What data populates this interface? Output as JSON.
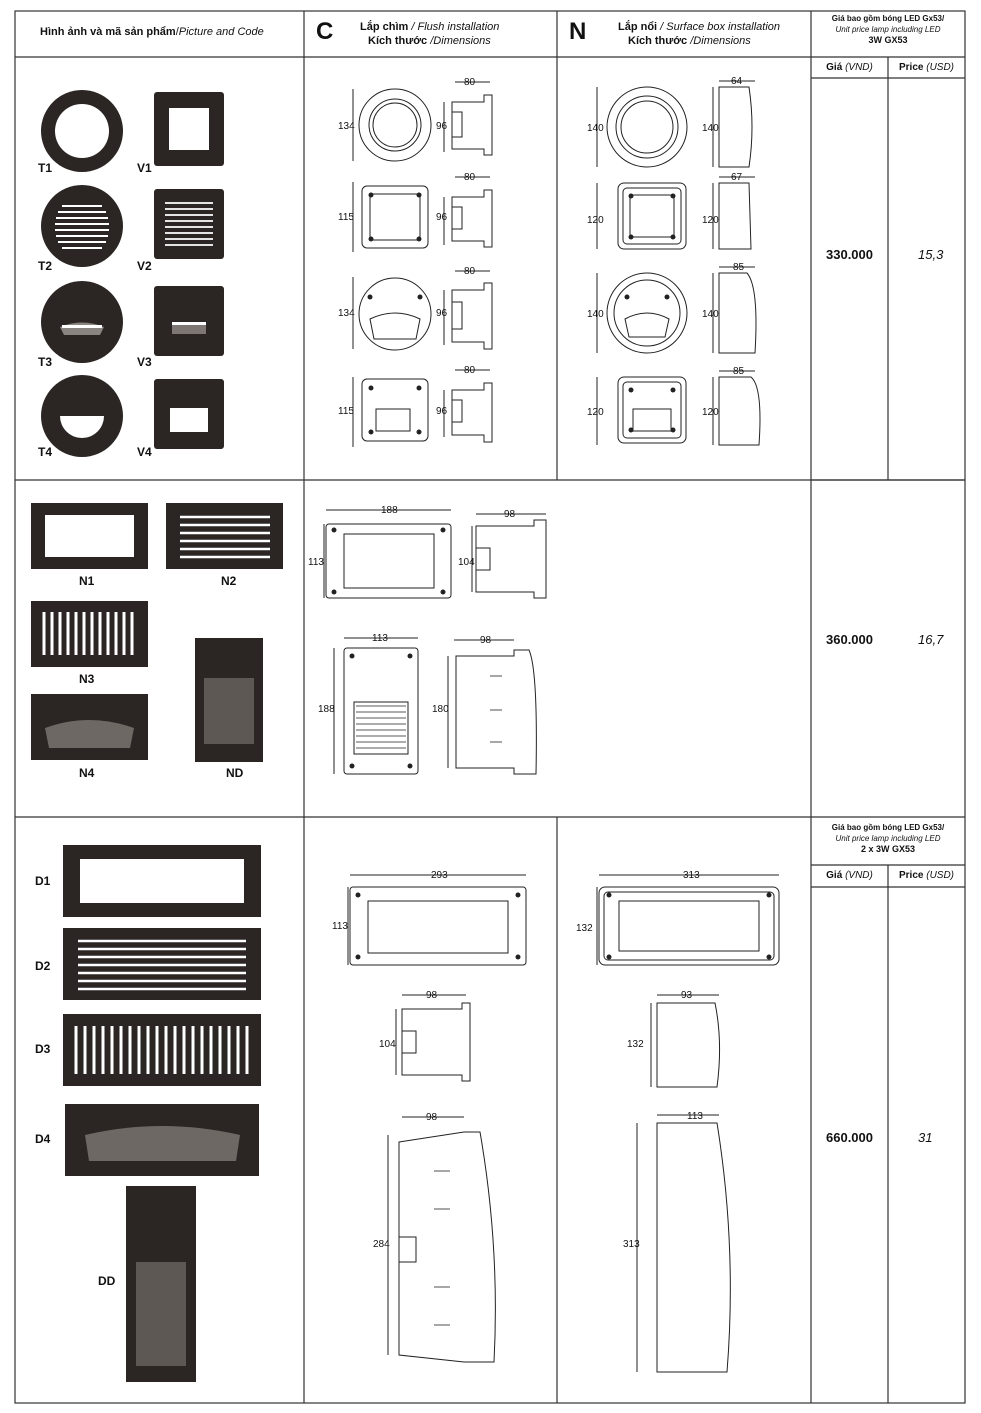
{
  "header": {
    "picture": {
      "vn": "Hình ảnh và mã sản phẩm",
      "sep": " /",
      "en": "Picture and Code"
    },
    "flush": {
      "letter": "C",
      "vn": "Lắp chìm",
      "en": "/ Flush installation",
      "dim_vn": "Kích thước",
      "dim_en": "/Dimensions"
    },
    "surface": {
      "letter": "N",
      "vn": "Lắp nổi",
      "en": "/ Surface box installation",
      "dim_vn": "Kích thước",
      "dim_en": "/Dimensions"
    },
    "price1": {
      "line1": "Giá bao gồm bóng LED Gx53/",
      "line2": "Unit price lamp including LED",
      "line3": "3W GX53",
      "vnd": "Giá",
      "vnd_unit": "(VND)",
      "usd": "Price",
      "usd_unit": "(USD)"
    },
    "price2": {
      "line1": "Giá bao gồm bóng LED Gx53/",
      "line2": "Unit price lamp including LED",
      "line3": "2 x 3W GX53",
      "vnd": "Giá",
      "vnd_unit": "(VND)",
      "usd": "Price",
      "usd_unit": "(USD)"
    }
  },
  "rows": [
    {
      "codes": [
        "T1",
        "V1",
        "T2",
        "V2",
        "T3",
        "V3",
        "T4",
        "V4"
      ],
      "price_vnd": "330.000",
      "price_usd": "15,3",
      "flush_dims": [
        "134",
        "96",
        "80",
        "115",
        "96",
        "80",
        "134",
        "96",
        "80",
        "115",
        "96",
        "80"
      ],
      "surface_dims": [
        "140",
        "140",
        "64",
        "120",
        "120",
        "67",
        "140",
        "140",
        "85",
        "120",
        "120",
        "85"
      ]
    },
    {
      "codes": [
        "N1",
        "N2",
        "N3",
        "N4",
        "ND"
      ],
      "price_vnd": "360.000",
      "price_usd": "16,7",
      "flush_dims": [
        "188",
        "113",
        "98",
        "104",
        "113",
        "188",
        "98",
        "180"
      ]
    },
    {
      "codes": [
        "D1",
        "D2",
        "D3",
        "D4",
        "DD"
      ],
      "price_vnd": "660.000",
      "price_usd": "31",
      "flush_dims": [
        "293",
        "113",
        "98",
        "104",
        "98",
        "284"
      ],
      "surface_dims": [
        "313",
        "132",
        "93",
        "132",
        "113",
        "313"
      ]
    }
  ],
  "colors": {
    "fixture": "#2b2624",
    "line": "#222222",
    "grid": "#333333"
  }
}
